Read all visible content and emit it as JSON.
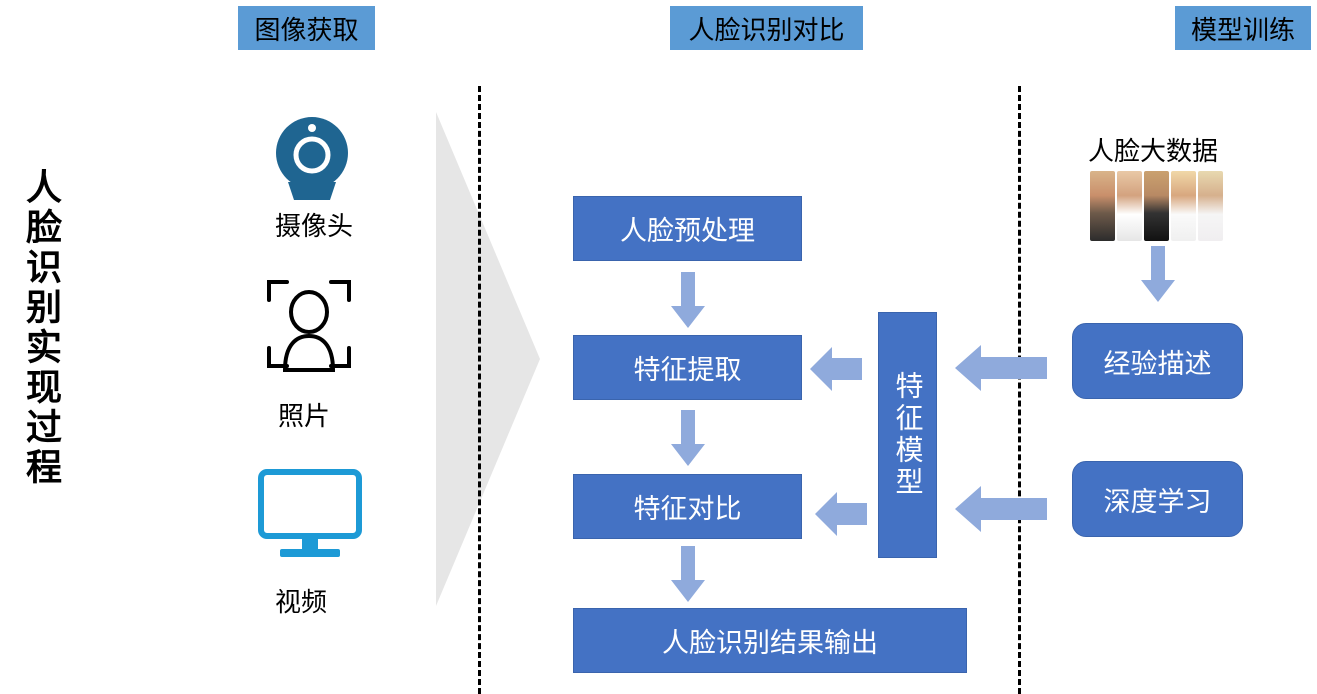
{
  "headers": {
    "image_capture": "图像获取",
    "face_compare": "人脸识别对比",
    "model_training": "模型训练"
  },
  "side_title": "人脸识别实现过程",
  "capture_sources": {
    "camera": "摄像头",
    "photo": "照片",
    "video": "视频"
  },
  "pipeline": {
    "preprocess": "人脸预处理",
    "feature_extract": "特征提取",
    "feature_compare": "特征对比",
    "result_output": "人脸识别结果输出"
  },
  "feature_model": "特征模型",
  "training": {
    "big_data": "人脸大数据",
    "experience": "经验描述",
    "deep_learning": "深度学习"
  },
  "colors": {
    "header": "#5b9bd5",
    "box": "#4472c4",
    "arrow": "#8faadc",
    "icon_camera": "#1f6591",
    "icon_monitor": "#1d9ad6"
  }
}
